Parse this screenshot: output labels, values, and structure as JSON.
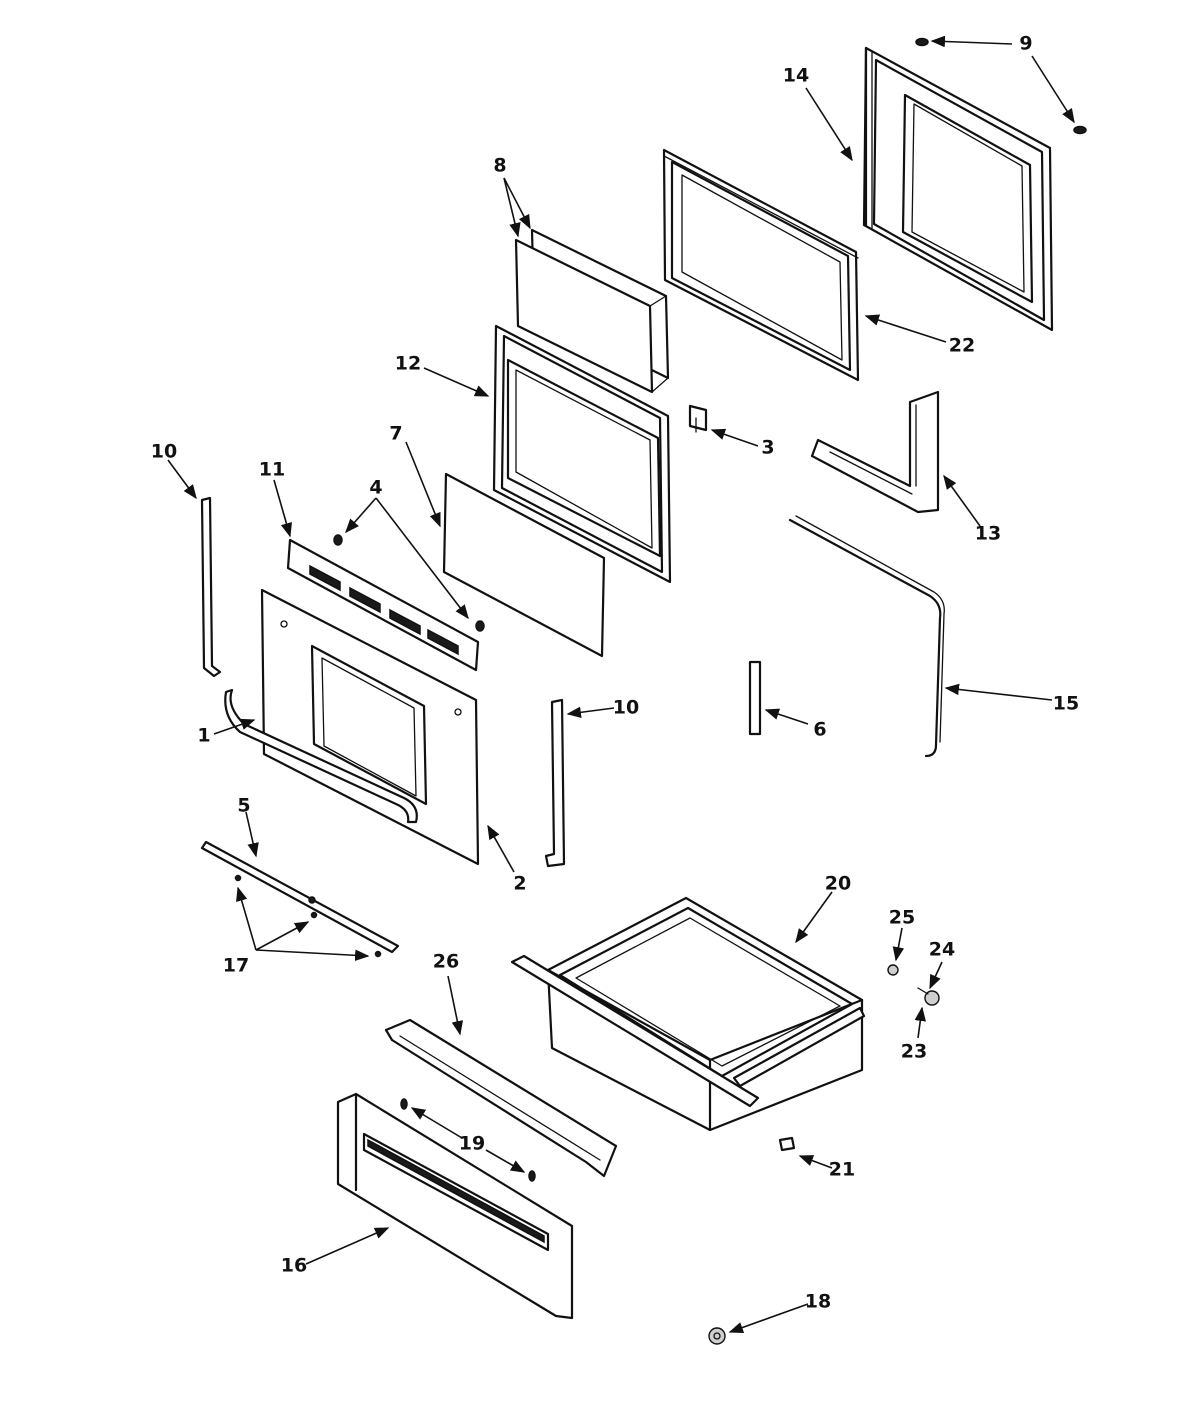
{
  "callouts": {
    "c1": "1",
    "c2": "2",
    "c3": "3",
    "c4": "4",
    "c5": "5",
    "c6": "6",
    "c7": "7",
    "c8": "8",
    "c9": "9",
    "c10a": "10",
    "c10b": "10",
    "c11": "11",
    "c12": "12",
    "c13": "13",
    "c14": "14",
    "c15": "15",
    "c16": "16",
    "c17": "17",
    "c18": "18",
    "c19": "19",
    "c20": "20",
    "c21": "21",
    "c22": "22",
    "c23": "23",
    "c24": "24",
    "c25": "25",
    "c26": "26"
  }
}
